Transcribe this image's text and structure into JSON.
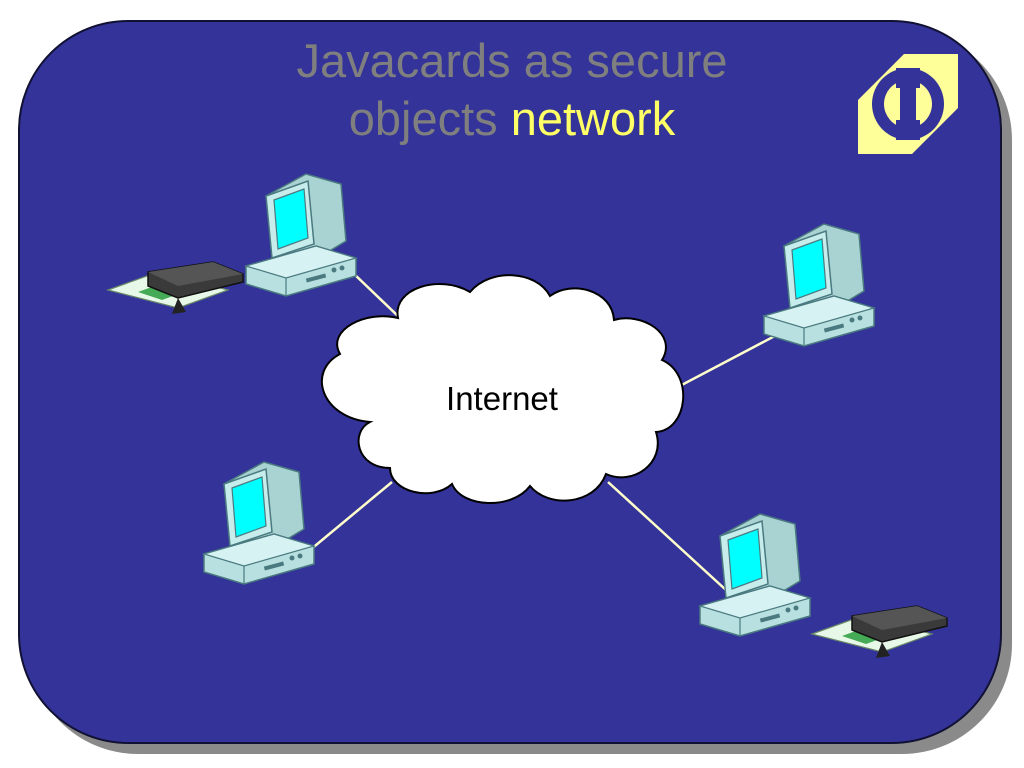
{
  "title": {
    "line1": "Javacards as secure",
    "line2_prefix": "objects",
    "line2_highlight": "network"
  },
  "diagram": {
    "cloud_label": "Internet",
    "nodes": [
      {
        "id": "top-left",
        "has_card_reader": true
      },
      {
        "id": "top-right",
        "has_card_reader": false
      },
      {
        "id": "bottom-left",
        "has_card_reader": false
      },
      {
        "id": "bottom-right",
        "has_card_reader": true
      }
    ]
  },
  "colors": {
    "background": "#333399",
    "title_gray": "#7f7f7f",
    "highlight_yellow": "#ffff66",
    "link_line": "#ffffcc",
    "monitor_body": "#b8e0e0",
    "screen": "#00ffff",
    "logo_yellow": "#ffff99"
  },
  "icons": [
    "computer-icon",
    "card-reader-icon",
    "cloud-icon",
    "logo-icon"
  ]
}
